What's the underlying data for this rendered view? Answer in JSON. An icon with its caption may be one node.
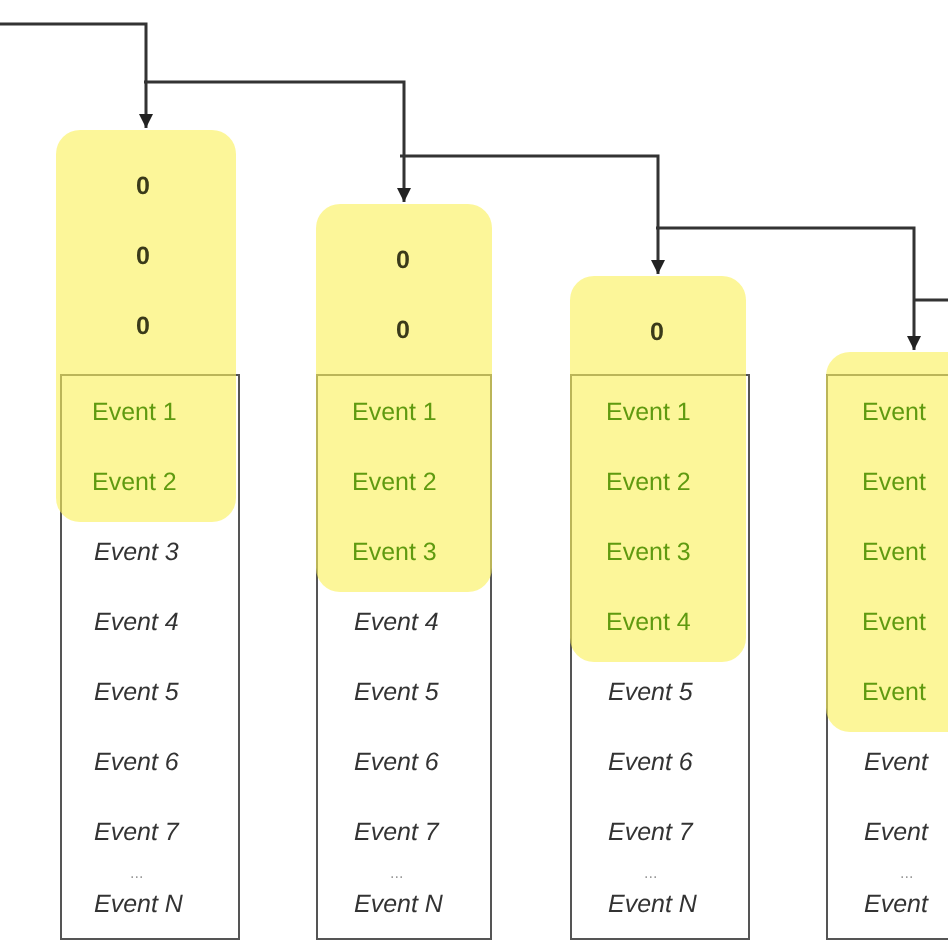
{
  "diagram": {
    "nodes": [
      {
        "text": [
          "0",
          "0",
          "0",
          "Event 1",
          "Event 2"
        ]
      },
      {
        "text": [
          "Event 3",
          "Event 4",
          "Event 5",
          "Event 6",
          "Event 7",
          "...",
          "Event N"
        ]
      },
      {
        "text": [
          "0",
          "0",
          "Event 1",
          "Event 2",
          "Event 3"
        ]
      },
      {
        "text": [
          "Event 4",
          "Event 5",
          "Event 6",
          "Event 7",
          "...",
          "Event N"
        ]
      },
      {
        "text": [
          "0",
          "Event 1",
          "Event 2",
          "Event 3",
          "Event 4"
        ]
      },
      {
        "text": [
          "Event 5",
          "Event 6",
          "Event 7",
          "...",
          "Event N"
        ]
      },
      {
        "text": [
          "Event",
          "Event",
          "Event",
          "Event",
          "Event"
        ]
      },
      {
        "text": [
          "Event",
          "Event",
          "...",
          "Event"
        ]
      }
    ],
    "edges": [
      {
        "from": null,
        "to": 0,
        "arrow": "to"
      },
      {
        "from": null,
        "to": 2,
        "arrow": "to"
      },
      {
        "from": null,
        "to": 4,
        "arrow": "to"
      },
      {
        "from": null,
        "to": 6,
        "arrow": "to"
      }
    ]
  }
}
